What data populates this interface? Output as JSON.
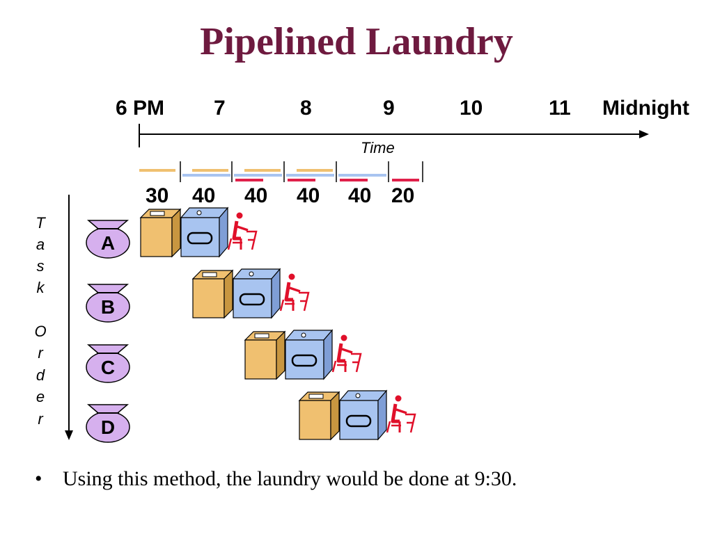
{
  "title": "Pipelined Laundry",
  "timeline": {
    "ticks": [
      "6 PM",
      "7",
      "8",
      "9",
      "10",
      "11",
      "Midnight"
    ],
    "axis_label": "Time"
  },
  "stages": [
    {
      "duration": "30",
      "minutes": 30,
      "color": "#f0c070"
    },
    {
      "duration": "40",
      "minutes": 40,
      "color": "#a8c4f0"
    },
    {
      "duration": "40",
      "minutes": 40,
      "color": "#e0204a"
    },
    {
      "duration": "40",
      "minutes": 40,
      "color": "#a8c4f0"
    },
    {
      "duration": "40",
      "minutes": 40,
      "color": "#a8c4f0"
    },
    {
      "duration": "20",
      "minutes": 20,
      "color": "#e0204a"
    }
  ],
  "vertical_axis_label": "Task Order",
  "tasks": [
    "A",
    "B",
    "C",
    "D"
  ],
  "colors": {
    "title": "#6e1a3f",
    "washer": "#f0c070",
    "dryer": "#a8c4f0",
    "folder": "#e0102a",
    "bag": "#d6b0ee"
  },
  "bullet": {
    "symbol": "•",
    "text": "Using this method, the laundry would be done at 9:30."
  }
}
